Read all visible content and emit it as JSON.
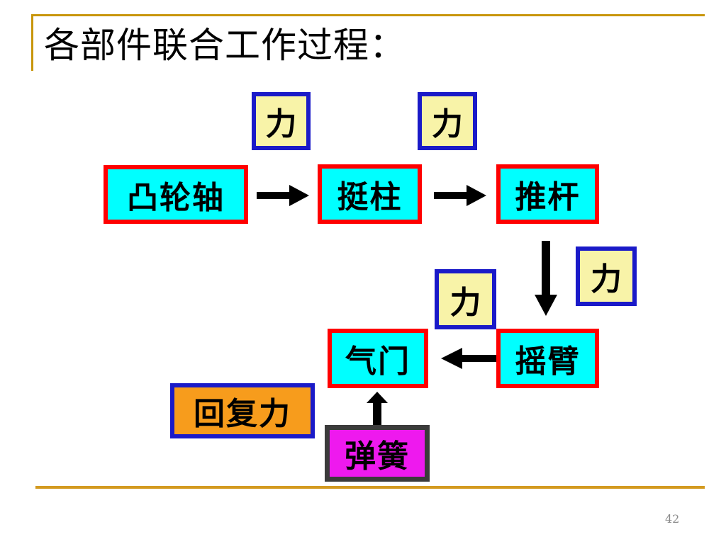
{
  "slide": {
    "title": "各部件联合工作过程：",
    "page_number": "42",
    "accent_color": "#c8960c"
  },
  "colors": {
    "part_fill": "#00ffff",
    "part_border": "#ff0000",
    "force_fill": "#f8f3a8",
    "force_border": "#1a1ac8",
    "restore_fill": "#f79c1c",
    "restore_border": "#1a1ac8",
    "spring_fill": "#ee19ee",
    "spring_border": "#3b3b3b",
    "arrow_color": "#000000"
  },
  "diagram": {
    "force_labels": [
      {
        "label": "力"
      },
      {
        "label": "力"
      },
      {
        "label": "力"
      },
      {
        "label": "力"
      }
    ],
    "parts": [
      {
        "label": "凸轮轴"
      },
      {
        "label": "挺柱"
      },
      {
        "label": "推杆"
      },
      {
        "label": "摇臂"
      },
      {
        "label": "气门"
      }
    ],
    "restore": {
      "label": "回复力"
    },
    "spring": {
      "label": "弹簧"
    },
    "arrows": [
      {
        "name": "camshaft-to-tappet",
        "direction": "right"
      },
      {
        "name": "tappet-to-pushrod",
        "direction": "right"
      },
      {
        "name": "pushrod-to-rocker",
        "direction": "down"
      },
      {
        "name": "rocker-to-valve",
        "direction": "left"
      },
      {
        "name": "spring-to-valve",
        "direction": "up"
      }
    ]
  }
}
